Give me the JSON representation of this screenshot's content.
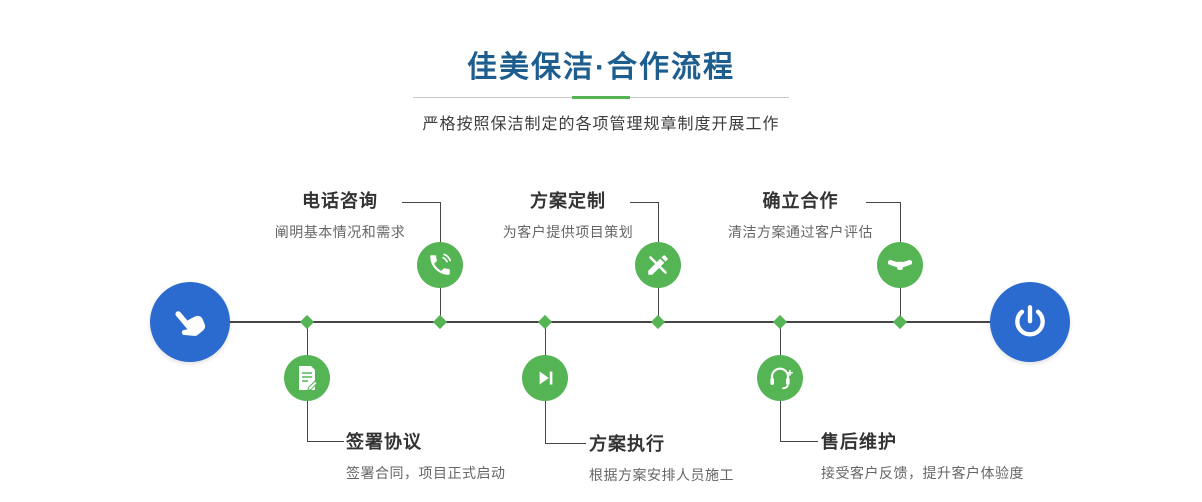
{
  "header": {
    "title": "佳美保洁·合作流程",
    "subtitle": "严格按照保洁制定的各项管理规章制度开展工作"
  },
  "flow": {
    "start_icon": "hand-pointer-icon",
    "end_icon": "power-icon",
    "steps_top": [
      {
        "title": "电话咨询",
        "desc": "阐明基本情况和需求",
        "icon": "phone-call-icon"
      },
      {
        "title": "方案定制",
        "desc": "为客户提供项目策划",
        "icon": "pencil-design-icon"
      },
      {
        "title": "确立合作",
        "desc": "清洁方案通过客户评估",
        "icon": "handshake-icon"
      }
    ],
    "steps_bottom": [
      {
        "title": "签署协议",
        "desc": "签署合同，项目正式启动",
        "icon": "contract-icon"
      },
      {
        "title": "方案执行",
        "desc": "根据方案安排人员施工",
        "icon": "play-next-icon"
      },
      {
        "title": "售后维护",
        "desc": "接受客户反馈，提升客户体验度",
        "icon": "headset-support-icon"
      }
    ]
  },
  "colors": {
    "accent_green": "#55b555",
    "node_blue": "#2b6ace",
    "title_blue": "#1d5e8f",
    "line": "#464646"
  }
}
